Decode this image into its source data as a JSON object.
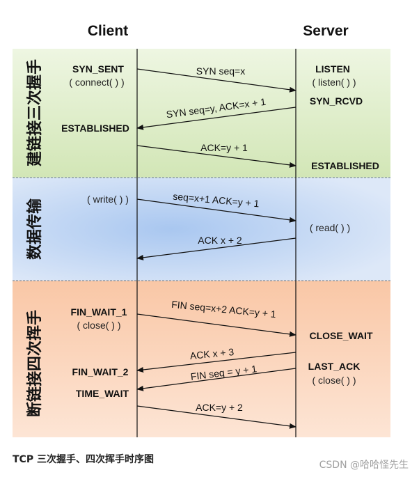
{
  "header": {
    "client": "Client",
    "server": "Server"
  },
  "phases": [
    {
      "label": "建链接三次握手",
      "color": "#dcebc8"
    },
    {
      "label": "数据传输",
      "color": "#c9daf3"
    },
    {
      "label": "断链接四次挥手",
      "color": "#fbd5bc"
    }
  ],
  "client_states": [
    {
      "state": "SYN_SENT",
      "call": "( connect( ) )"
    },
    {
      "state": "ESTABLISHED",
      "call": ""
    },
    {
      "state": "",
      "call": "( write( ) )"
    },
    {
      "state": "FIN_WAIT_1",
      "call": "( close( ) )"
    },
    {
      "state": "FIN_WAIT_2",
      "call": ""
    },
    {
      "state": "TIME_WAIT",
      "call": ""
    }
  ],
  "server_states": [
    {
      "state": "LISTEN",
      "call": "( listen( ) )"
    },
    {
      "state": "SYN_RCVD",
      "call": ""
    },
    {
      "state": "ESTABLISHED",
      "call": ""
    },
    {
      "state": "",
      "call": "( read( ) )"
    },
    {
      "state": "CLOSE_WAIT",
      "call": ""
    },
    {
      "state": "LAST_ACK",
      "call": "( close( ) )"
    }
  ],
  "messages": [
    {
      "label": "SYN seq=x",
      "direction": "client-to-server"
    },
    {
      "label": "SYN seq=y, ACK=x + 1",
      "direction": "server-to-client"
    },
    {
      "label": "ACK=y + 1",
      "direction": "client-to-server"
    },
    {
      "label": "seq=x+1 ACK=y + 1",
      "direction": "client-to-server"
    },
    {
      "label": "ACK x + 2",
      "direction": "server-to-client"
    },
    {
      "label": "FIN seq=x+2 ACK=y + 1",
      "direction": "client-to-server"
    },
    {
      "label": "ACK x + 3",
      "direction": "server-to-client"
    },
    {
      "label": "FIN seq = y + 1",
      "direction": "server-to-client"
    },
    {
      "label": "ACK=y + 2",
      "direction": "client-to-server"
    }
  ],
  "caption": "TCP 三次握手、四次挥手时序图",
  "credit": "CSDN @哈哈怪先生",
  "colors": {
    "line": "#111111"
  }
}
